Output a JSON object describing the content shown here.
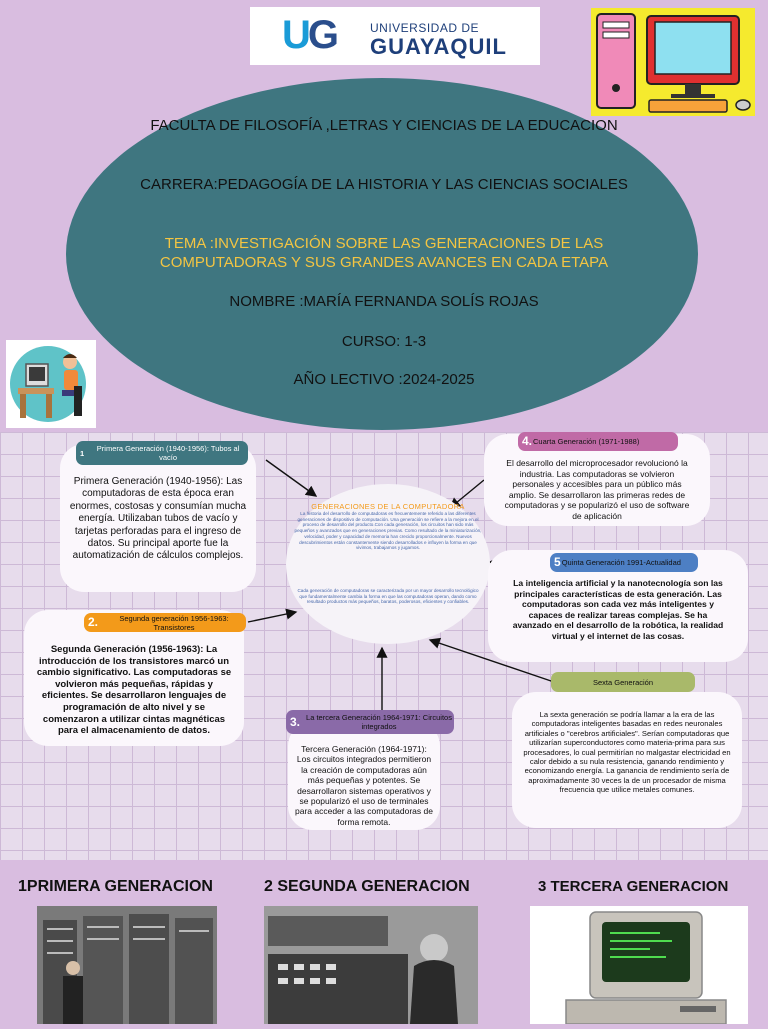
{
  "logo": {
    "line1": "UNIVERSIDAD DE",
    "line2": "GUAYAQUIL"
  },
  "header": {
    "faculty": "FACULTA DE  FILOSOFÍA ,LETRAS Y CIENCIAS DE LA EDUCACION",
    "career": "CARRERA:PEDAGOGÍA DE LA HISTORIA Y LAS CIENCIAS SOCIALES",
    "topic": "TEMA :INVESTIGACIÓN SOBRE LAS GENERACIONES DE LAS COMPUTADORAS Y SUS GRANDES AVANCES EN CADA ETAPA",
    "name": "NOMBRE :MARÍA FERNANDA SOLÍS ROJAS",
    "course": "CURSO: 1-3",
    "year": "AÑO LECTIVO :2024-2025"
  },
  "center": {
    "title": "GENERACIONES DE LA COMPUTADORA",
    "p1": "La historia del desarrollo de computadoras es frecuentemente referido a las diferentes generaciones de dispositivo de computación. Una generación se refiere a la mejora en el proceso de desarrollo del producto.Con cada generación, los circuitos han sido más pequeños y avanzados que en generaciones previas. Como resultado de la miniaturización, velocidad, poder y capacidad de memoria han crecido proporcionalmente. Nuevos descubrimientos están constantemente siendo desarrollados e influyen la forma en que vivimos, trabajamos y jugamos.",
    "p2": "Cada generación de computadoras se caracterizada por un mayor desarrollo tecnológico que fundamentalmente cambia la forma en que las computadoras operan, dando como resultado productos más pequeños, baratos, poderosos, eficientes y confiables."
  },
  "gen1": {
    "num": "1",
    "label": "Primera Generación (1940-1956): Tubos al vacío",
    "text": "Primera Generación (1940-1956): Las computadoras de esta época eran enormes, costosas y consumían mucha energía. Utilizaban tubos de vacío y tarjetas perforadas para el ingreso de datos. Su principal aporte fue la automatización de cálculos complejos."
  },
  "gen2": {
    "num": "2.",
    "label": "Segunda generación 1956-1963: Transistores",
    "text": "Segunda Generación (1956-1963): La introducción de los transistores marcó un cambio significativo. Las computadoras se volvieron más pequeñas, rápidas y eficientes. Se desarrollaron lenguajes de programación de alto nivel y se comenzaron a utilizar cintas magnéticas para el almacenamiento de datos."
  },
  "gen3": {
    "num": "3.",
    "label": "La tercera Generación 1964-1971: Circuitos integrados",
    "text": "Tercera Generación (1964-1971): Los circuitos integrados permitieron la creación de computadoras aún más pequeñas y potentes. Se desarrollaron sistemas operativos y se popularizó el uso de terminales para acceder a las computadoras de forma remota."
  },
  "gen4": {
    "num": "4.",
    "label": "Cuarta Generación (1971-1988)",
    "text": "El desarrollo del microprocesador revolucionó la industria. Las computadoras se volvieron personales y accesibles para un público más amplio. Se desarrollaron las primeras redes de computadoras y se popularizó el uso de software de aplicación"
  },
  "gen5": {
    "num": "5",
    "label": "Quinta Generación 1991-Actualidad",
    "text": "La inteligencia artificial y la nanotecnología son las principales características de esta generación. Las computadoras son cada vez más inteligentes y capaces de realizar tareas complejas. Se ha avanzado en el desarrollo de la robótica, la realidad virtual y el internet de las cosas."
  },
  "gen6": {
    "label": "Sexta Generación",
    "text": "La sexta generación se podría llamar a la era de las computadoras inteligentes basadas en redes neuronales artificiales o \"cerebros artificiales\". Serían computadoras que utilizarían superconductores como materia-prima para sus procesadores, lo cual permitirían no malgastar electricidad en calor debido a su nula resistencia, ganando rendimiento y economizando energía. La ganancia de rendimiento sería de aproximadamente 30 veces la de un procesador de misma frecuencia que utilice metales comunes."
  },
  "bottom": {
    "t1": "1PRIMERA GENERACION",
    "t2": "2 SEGUNDA GENERACION",
    "t3": "3 TERCERA GENERACION"
  },
  "colors": {
    "background": "#d9bde0",
    "ellipse": "#3f7680",
    "pill1": "#3f7680",
    "pill2": "#f39a1a",
    "pill3": "#8a6aa8",
    "pill4": "#c06aa6",
    "pill5": "#4d7fc4",
    "pill6": "#a9b96a",
    "topic": "#f4c542"
  }
}
